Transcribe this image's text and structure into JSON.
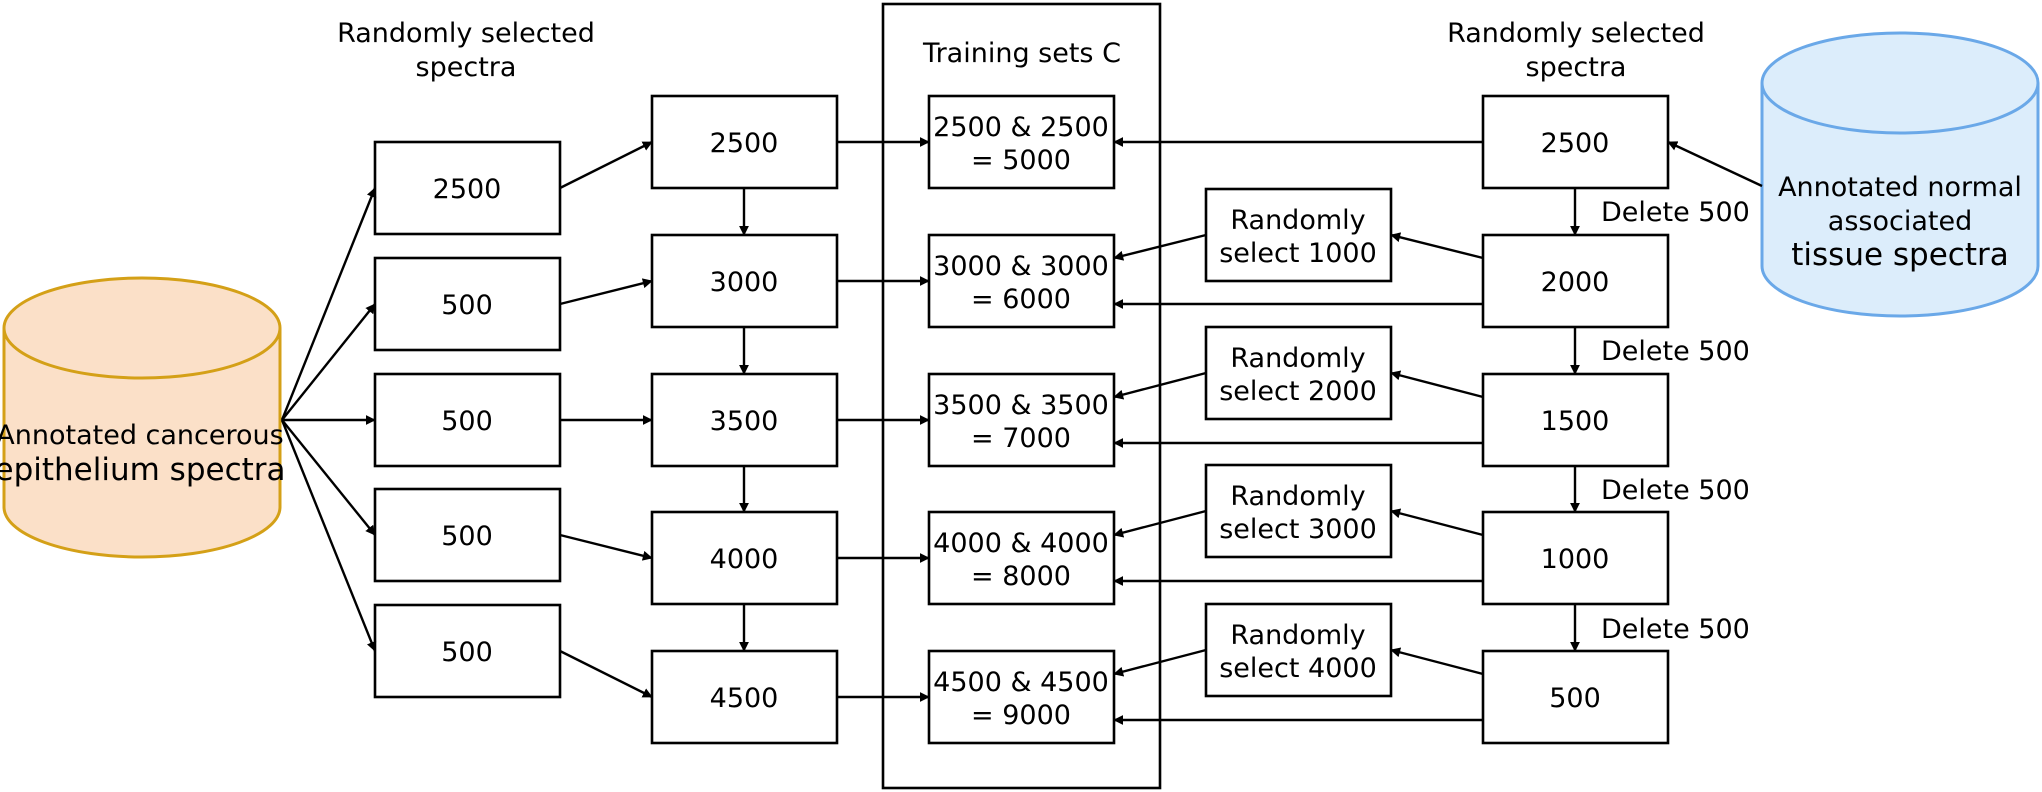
{
  "left_header": [
    "Randomly selected",
    "spectra"
  ],
  "middle_header": "Training sets C",
  "right_header": [
    "Randomly selected",
    "spectra"
  ],
  "cancer_db": {
    "lines": [
      "Annotated cancerous",
      "epithelium spectra"
    ],
    "fill": "#fbe0c8",
    "stroke": "#d4a017"
  },
  "normal_db": {
    "lines": [
      "Annotated normal",
      "associated",
      "tissue spectra"
    ],
    "fill": "#dcedfb",
    "stroke": "#6aa8e8"
  },
  "left_samples": [
    "2500",
    "500",
    "500",
    "500",
    "500"
  ],
  "cumulative": [
    "2500",
    "3000",
    "3500",
    "4000",
    "4500"
  ],
  "training_sets": [
    [
      "2500 & 2500",
      "= 5000"
    ],
    [
      "3000 & 3000",
      "= 6000"
    ],
    [
      "3500 & 3500",
      "= 7000"
    ],
    [
      "4000 & 4000",
      "= 8000"
    ],
    [
      "4500 & 4500",
      "= 9000"
    ]
  ],
  "reselect": [
    [
      "Randomly",
      "select 1000"
    ],
    [
      "Randomly",
      "select 2000"
    ],
    [
      "Randomly",
      "select 3000"
    ],
    [
      "Randomly",
      "select 4000"
    ]
  ],
  "right_counts": [
    "2500",
    "2000",
    "1500",
    "1000",
    "500"
  ],
  "delete_labels": [
    "Delete 500",
    "Delete 500",
    "Delete 500",
    "Delete 500"
  ]
}
